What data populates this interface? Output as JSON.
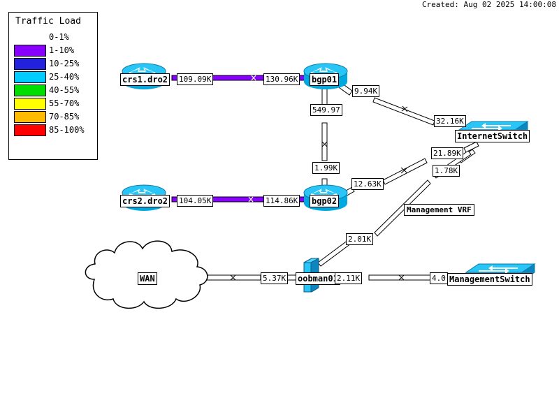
{
  "header": {
    "timestamp": "Created: Aug 02 2025 14:00:08"
  },
  "legend": {
    "title": "Traffic Load",
    "entries": [
      {
        "label": "0-1%",
        "color": "#ffffff",
        "blank": true
      },
      {
        "label": "1-10%",
        "color": "#8800ff",
        "blank": false
      },
      {
        "label": "10-25%",
        "color": "#2222dd",
        "blank": false
      },
      {
        "label": "25-40%",
        "color": "#00ccff",
        "blank": false
      },
      {
        "label": "40-55%",
        "color": "#00dd00",
        "blank": false
      },
      {
        "label": "55-70%",
        "color": "#ffff00",
        "blank": false
      },
      {
        "label": "70-85%",
        "color": "#ffbb00",
        "blank": false
      },
      {
        "label": "85-100%",
        "color": "#ff0000",
        "blank": false
      }
    ]
  },
  "nodes": [
    {
      "id": "crs1",
      "label": "crs1.dro2",
      "icon": "router-icon"
    },
    {
      "id": "crs2",
      "label": "crs2.dro2",
      "icon": "router-icon"
    },
    {
      "id": "bgp01",
      "label": "bgp01",
      "icon": "router-icon"
    },
    {
      "id": "bgp02",
      "label": "bgp02",
      "icon": "router-icon"
    },
    {
      "id": "internetswitch",
      "label": "InternetSwitch",
      "icon": "switch-icon"
    },
    {
      "id": "managementswitch",
      "label": "ManagementSwitch",
      "icon": "switch-icon"
    },
    {
      "id": "oobman01",
      "label": "oobman01",
      "icon": "terminal-server-icon"
    },
    {
      "id": "wan",
      "label": "WAN",
      "icon": "cloud-icon"
    }
  ],
  "links": [
    {
      "id": "crs1-bgp01-a",
      "from": "crs1",
      "to": "bgp01",
      "value": "109.09K",
      "color": "#8800ff"
    },
    {
      "id": "crs1-bgp01-b",
      "from": "bgp01",
      "to": "crs1",
      "value": "130.96K",
      "color": "#8800ff"
    },
    {
      "id": "crs2-bgp02-a",
      "from": "crs2",
      "to": "bgp02",
      "value": "104.05K",
      "color": "#8800ff"
    },
    {
      "id": "crs2-bgp02-b",
      "from": "bgp02",
      "to": "crs2",
      "value": "114.86K",
      "color": "#8800ff"
    },
    {
      "id": "bgp01-bgp02-a",
      "from": "bgp01",
      "to": "bgp02",
      "value": "549.97",
      "color": "#ffffff"
    },
    {
      "id": "bgp01-bgp02-b",
      "from": "bgp02",
      "to": "bgp01",
      "value": "1.99K",
      "color": "#ffffff"
    },
    {
      "id": "bgp01-isw",
      "from": "bgp01",
      "to": "internetswitch",
      "value": "9.94K",
      "color": "#ffffff"
    },
    {
      "id": "isw-bgp01",
      "from": "internetswitch",
      "to": "bgp01",
      "value": "32.16K",
      "color": "#ffffff"
    },
    {
      "id": "bgp02-isw",
      "from": "bgp02",
      "to": "internetswitch",
      "value": "12.63K",
      "color": "#ffffff"
    },
    {
      "id": "isw-bgp02",
      "from": "internetswitch",
      "to": "bgp02",
      "value": "21.89K",
      "color": "#ffffff"
    },
    {
      "id": "oob-isw",
      "from": "oobman01",
      "to": "internetswitch",
      "value": "1.78K",
      "color": "#ffffff"
    },
    {
      "id": "isw-oob",
      "from": "internetswitch",
      "to": "oobman01",
      "value": "2.01K",
      "color": "#ffffff"
    },
    {
      "id": "wan-oob",
      "from": "wan",
      "to": "oobman01",
      "value": "5.37K",
      "color": "#ffffff"
    },
    {
      "id": "oob-msw",
      "from": "oobman01",
      "to": "managementswitch",
      "value": "2.11K",
      "color": "#ffffff"
    },
    {
      "id": "msw-oob",
      "from": "managementswitch",
      "to": "oobman01",
      "value": "4.0",
      "color": "#ffffff"
    }
  ],
  "annotations": [
    {
      "id": "mgmt-vrf",
      "label": "Management VRF"
    }
  ]
}
